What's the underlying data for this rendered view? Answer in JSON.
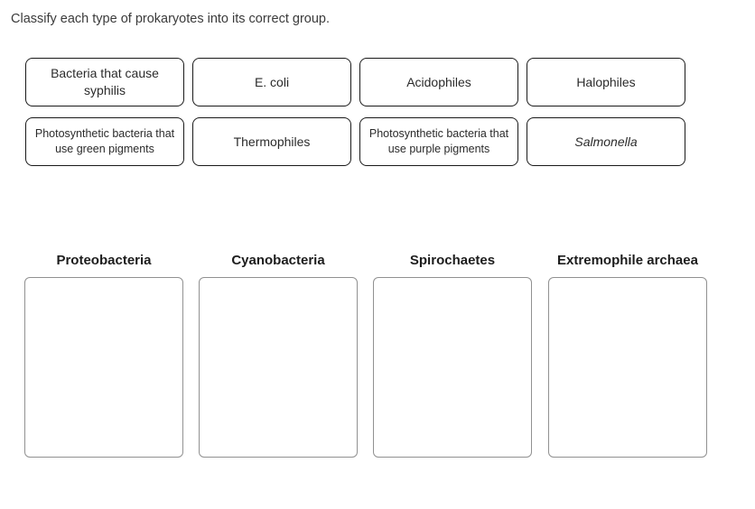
{
  "title": "Classify each type of prokaryotes into its correct group.",
  "cards": [
    {
      "label": "Bacteria that cause syphilis",
      "text_style": "normal"
    },
    {
      "label": "E. coli",
      "text_style": "normal"
    },
    {
      "label": "Acidophiles",
      "text_style": "normal"
    },
    {
      "label": "Halophiles",
      "text_style": "normal"
    },
    {
      "label": "Photosynthetic bacteria that use green pigments",
      "text_style": "normal"
    },
    {
      "label": "Thermophiles",
      "text_style": "normal"
    },
    {
      "label": "Photosynthetic bacteria that use purple pigments",
      "text_style": "normal"
    },
    {
      "label": "Salmonella",
      "text_style": "italic"
    }
  ],
  "groups": [
    {
      "label": "Proteobacteria"
    },
    {
      "label": "Cyanobacteria"
    },
    {
      "label": "Spirochaetes"
    },
    {
      "label": "Extremophile archaea"
    }
  ],
  "colors": {
    "card_border": "#1a1a1a",
    "zone_border": "#919191",
    "title_text": "#3b3b3b",
    "card_text": "#2b2b2b",
    "background": "#ffffff"
  }
}
